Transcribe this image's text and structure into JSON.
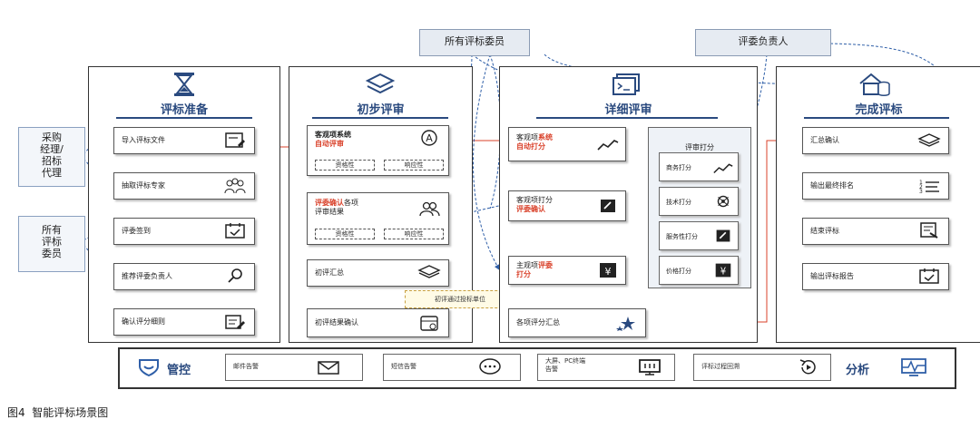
{
  "side_boxes": {
    "procurement": "采购\n经理/\n招标\n代理",
    "committee": "所有\n评标\n委员"
  },
  "top_boxes": {
    "all_members": "所有评标委员",
    "lead_member": "评委负责人"
  },
  "stages": [
    {
      "title": "评标准备",
      "icon": "hourglass-icon",
      "steps": [
        "导入评标文件",
        "抽取评标专家",
        "评委签到",
        "推荐评委负责人",
        "确认评分细则"
      ]
    },
    {
      "title": "初步评审",
      "icon": "layers-icon",
      "steps": [
        {
          "line1": "客观项系统",
          "line2_red": "自动评审",
          "tags": [
            "资格性",
            "响应性"
          ]
        },
        {
          "line1_red": "评委确认",
          "line1_rest": "各项",
          "line2": "评审结果",
          "tags": [
            "资格性",
            "响应性"
          ]
        },
        {
          "line1": "初评汇总"
        },
        {
          "line1": "初评结果确认"
        }
      ],
      "note": "初评通过投标单位"
    },
    {
      "title": "详细评审",
      "icon": "monitor-icon",
      "steps": [
        {
          "line1_pre": "客观项",
          "line1_red": "系统",
          "line2_red": "自动打分"
        },
        {
          "line1": "客观项打分",
          "line2_red": "评委确认"
        },
        {
          "line1_pre": "主观项",
          "line1_red": "评委",
          "line2_red": "打分"
        },
        {
          "line1": "各项评分汇总"
        }
      ],
      "panel": {
        "title": "评审打分",
        "items": [
          "商务打分",
          "技术打分",
          "服务性打分",
          "价格打分"
        ]
      }
    },
    {
      "title": "完成评标",
      "icon": "database-icon",
      "steps": [
        "汇总确认",
        "输出最终排名",
        "结束评标",
        "输出评标报告"
      ]
    }
  ],
  "management": {
    "left_label": "管控",
    "right_label": "分析",
    "items": [
      "邮件告警",
      "短信告警",
      "大屏、PC终端\n告警",
      "评标过程回溯"
    ]
  },
  "caption": "图4  智能评标场景图",
  "colors": {
    "title_blue": "#2a4a7f",
    "accent_red": "#d9412a",
    "dash_blue": "#2f5fa8",
    "dash_orange": "#e0a020"
  }
}
